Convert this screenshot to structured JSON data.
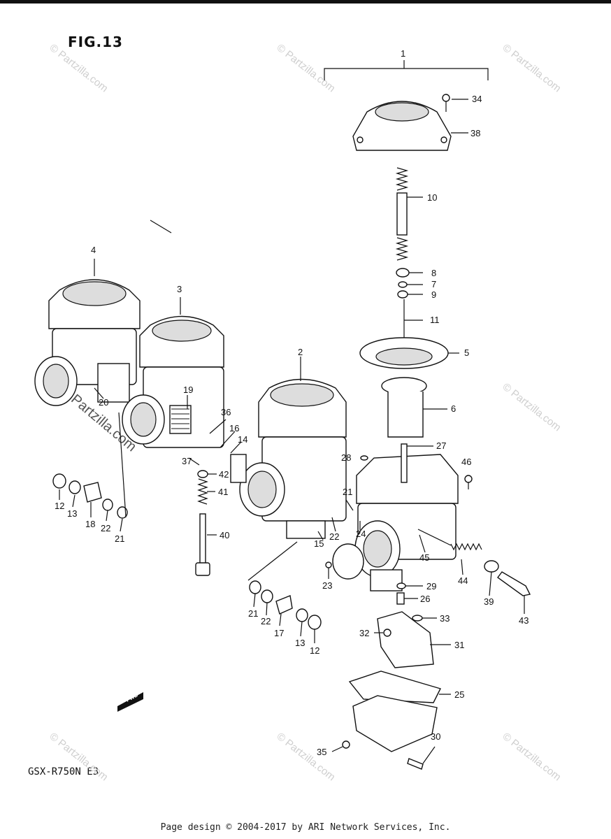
{
  "figure": {
    "title": "FIG.13",
    "model_code": "GSX-R750N E3"
  },
  "footer": {
    "credit": "Page design © 2004-2017 by ARI Network Services, Inc."
  },
  "watermark": {
    "text": "© Partzilla.com",
    "color": "#cfcfcf"
  },
  "fwd_badge": {
    "text": "FWD"
  },
  "callouts": {
    "c1": "1",
    "c34": "34",
    "c38": "38",
    "c10": "10",
    "c8": "8",
    "c7": "7",
    "c9": "9",
    "c11": "11",
    "c5": "5",
    "c6": "6",
    "c27": "27",
    "c46": "46",
    "c4": "4",
    "c3": "3",
    "c2": "2",
    "c20": "20",
    "c19": "19",
    "c36": "36",
    "c16": "16",
    "c14": "14",
    "c28": "28",
    "c37": "37",
    "c42": "42",
    "c41": "41",
    "c40": "40",
    "c12a": "12",
    "c13a": "13",
    "c18": "18",
    "c22a": "22",
    "c21a": "21",
    "c21b": "21",
    "c22b": "22",
    "c24": "24",
    "c15": "15",
    "c45": "45",
    "c44": "44",
    "c39": "39",
    "c43": "43",
    "c23": "23",
    "c29": "29",
    "c26": "26",
    "c21c": "21",
    "c22c": "22",
    "c17": "17",
    "c13b": "13",
    "c12b": "12",
    "c33": "33",
    "c32": "32",
    "c31": "31",
    "c25": "25",
    "c30": "30",
    "c35": "35"
  }
}
